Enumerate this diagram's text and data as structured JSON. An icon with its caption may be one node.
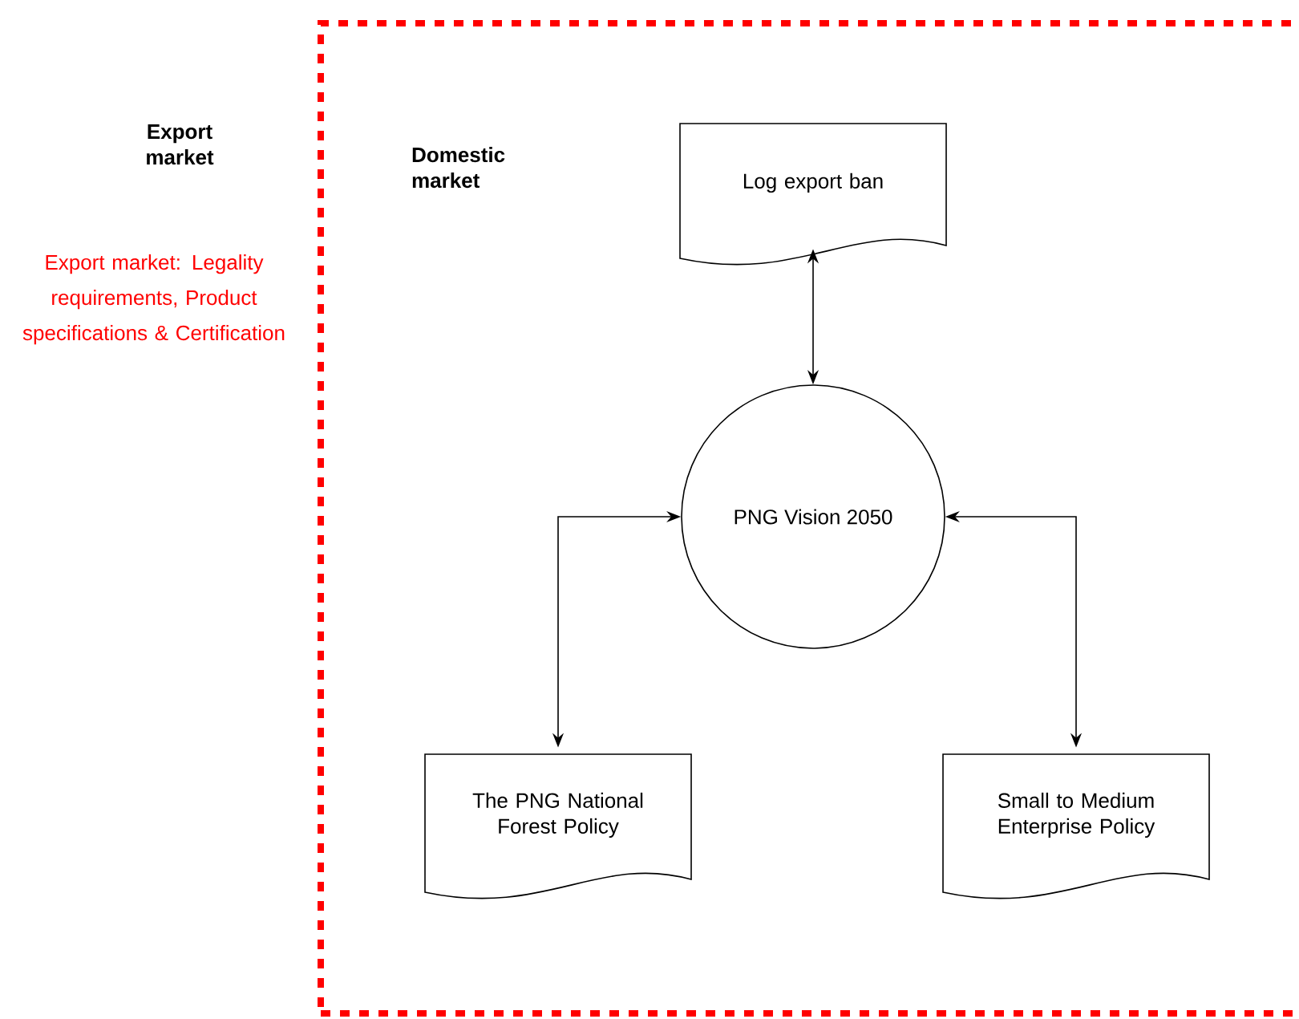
{
  "diagram": {
    "nodes": [
      {
        "text": [
          "Domestic market"
        ]
      },
      {
        "text": [
          "Log export ban"
        ],
        "in": 0
      },
      {
        "text": [
          "PNG Vision 2050"
        ],
        "in": 0
      },
      {
        "text": [
          "The PNG National Forest Policy"
        ],
        "in": 0
      },
      {
        "text": [
          "Small to Medium Enterprise Policy"
        ],
        "in": 0
      }
    ],
    "edges": [
      {
        "from": 1,
        "to": 2,
        "arrow": "both"
      },
      {
        "from": 3,
        "to": 2,
        "arrow": "both"
      },
      {
        "from": 4,
        "to": 2,
        "arrow": "both"
      }
    ],
    "labels": [
      "Export market",
      "Export market: Legality requirements, Product specifications & Certification"
    ]
  }
}
